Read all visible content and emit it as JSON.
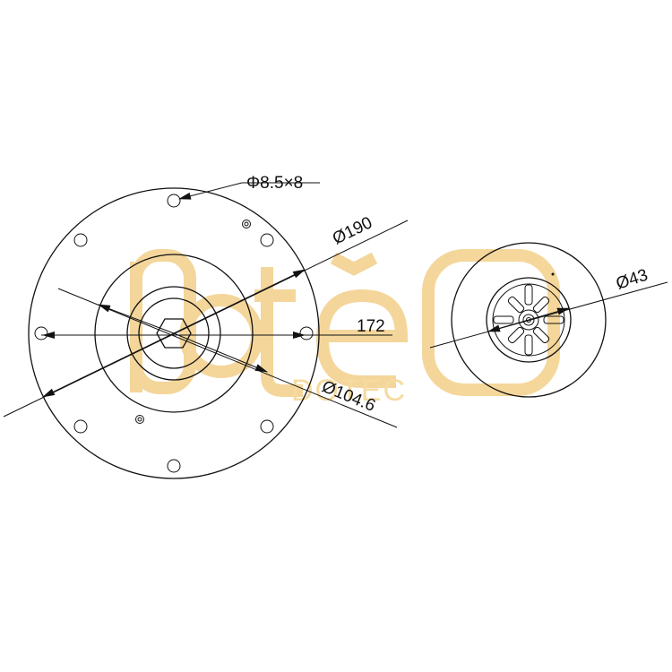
{
  "drawing": {
    "dimensions": {
      "holes": "Φ8.5×8",
      "outer_diameter": "Ø190",
      "bolt_spacing": "172",
      "inner_diameter": "Ø104.6",
      "valve_diameter": "Ø43"
    },
    "watermark": {
      "logo": "dotec",
      "text": "DOTEC",
      "color": "#f3d08a"
    },
    "line_color": "#111111"
  }
}
